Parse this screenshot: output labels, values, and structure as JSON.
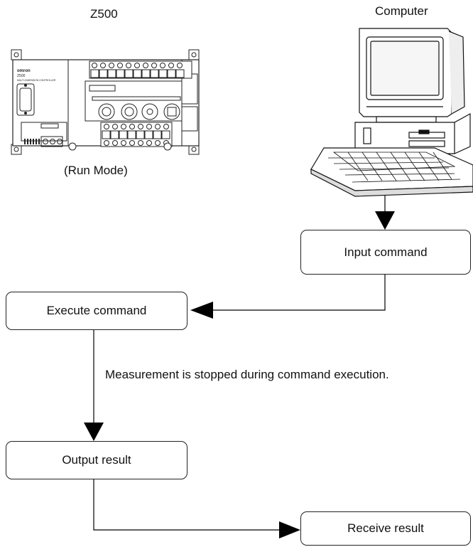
{
  "device_label": "Z500",
  "device_mode": "(Run Mode)",
  "device_brand": "omron",
  "device_model": "Z500",
  "device_subtitle": "MULTI-DIMENSION CONTROLLER",
  "computer_label": "Computer",
  "steps": {
    "input_command": "Input command",
    "execute_command": "Execute command",
    "output_result": "Output result",
    "receive_result": "Receive result"
  },
  "note": "Measurement is stopped during command execution."
}
